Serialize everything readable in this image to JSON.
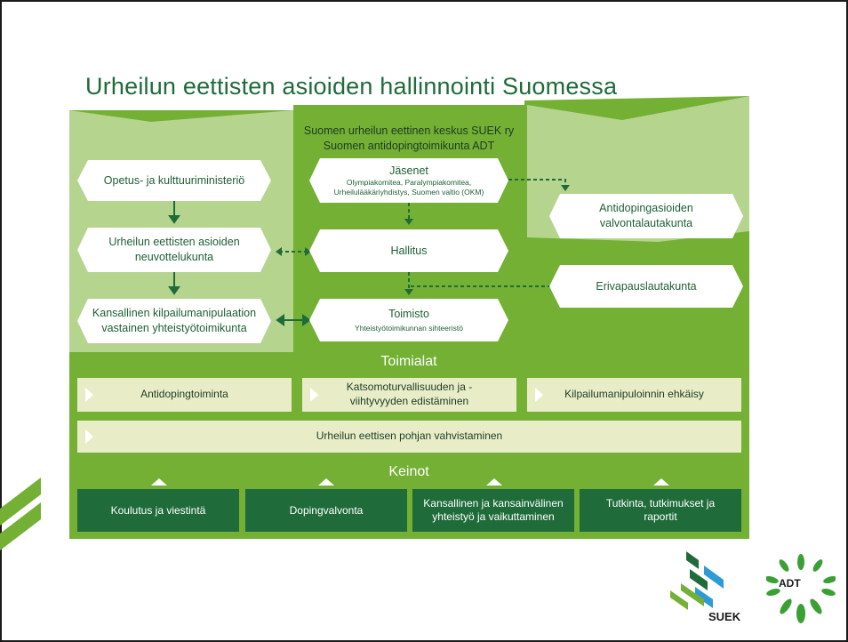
{
  "title": "Urheilun eettisten asioiden hallinnointi Suomessa",
  "center_header": {
    "line1": "Suomen urheilun eettinen keskus SUEK ry",
    "line2": "Suomen antidopingtoimikunta ADT"
  },
  "left_column": {
    "opetus": "Opetus- ja kulttuuriministeriö",
    "neuvottelukunta": "Urheilun eettisten asioiden neuvottelukunta",
    "kansallinen": "Kansallinen kilpailumanipulaation vastainen yhteistyötoimikunta"
  },
  "center_column": {
    "jasenet": "Jäsenet",
    "jasenet_sub1": "Olympiakomitea, Paralympiakomitea,",
    "jasenet_sub2": "Urheilulääkäriyhdistys, Suomen valtio (OKM)",
    "hallitus": "Hallitus",
    "toimisto": "Toimisto",
    "toimisto_sub": "Yhteistyötoimikunnan sihteeristö"
  },
  "right_column": {
    "antidoping_valvonta": "Antidopingasioiden valvontalautakunta",
    "erivapaus": "Erivapauslautakunta"
  },
  "toimialat": {
    "heading": "Toimialat",
    "items": [
      "Antidopingtoiminta",
      "Katsomoturvallisuuden ja -viihtyvyyden edistäminen",
      "Kilpailumanipuloinnin ehkäisy"
    ],
    "wide": "Urheilun eettisen pohjan vahvistaminen"
  },
  "keinot": {
    "heading": "Keinot",
    "items": [
      "Koulutus ja viestintä",
      "Dopingvalvonta",
      "Kansallinen ja kansainvälinen yhteistyö ja vaikuttaminen",
      "Tutkinta, tutkimukset ja raportit"
    ]
  },
  "logos": {
    "suek": "SUEK",
    "adt": "ADT"
  },
  "colors": {
    "dark_green": "#1f6b3a",
    "mid_green": "#73b034",
    "light_green": "#a8cd7c",
    "pale_band": "#e8edc8"
  }
}
